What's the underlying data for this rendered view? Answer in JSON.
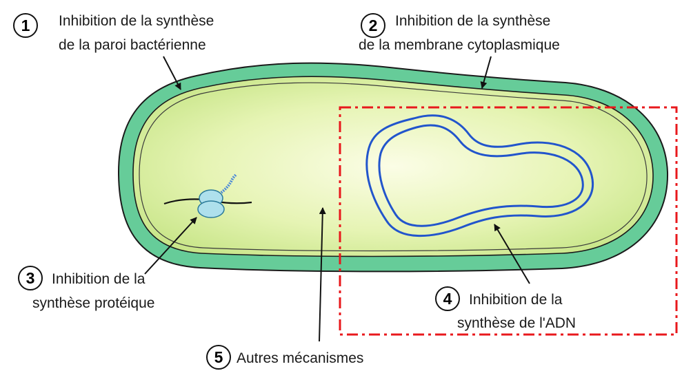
{
  "labels": [
    {
      "id": "1",
      "number": "1",
      "line1": "Inhibition de la synthèse",
      "line2": "de la paroi bactérienne"
    },
    {
      "id": "2",
      "number": "2",
      "line1": "Inhibition de la synthèse",
      "line2": "de la membrane cytoplasmique"
    },
    {
      "id": "3",
      "number": "3",
      "line1": "Inhibition de la",
      "line2": "synthèse protéique"
    },
    {
      "id": "4",
      "number": "4",
      "line1": "Inhibition de la",
      "line2": "synthèse de l'ADN"
    },
    {
      "id": "5",
      "number": "5",
      "line1": "Autres mécanismes",
      "line2": ""
    }
  ],
  "colors": {
    "cell_wall": "#66cc99",
    "cytoplasm_center": "#fbfde6",
    "cytoplasm_edge": "#c9e68a",
    "membrane": "#e9f2b8",
    "dna": "#2255cc",
    "ribosome": "#aee0ec",
    "highlight_box": "#e8181c",
    "arrow": "#111111"
  }
}
